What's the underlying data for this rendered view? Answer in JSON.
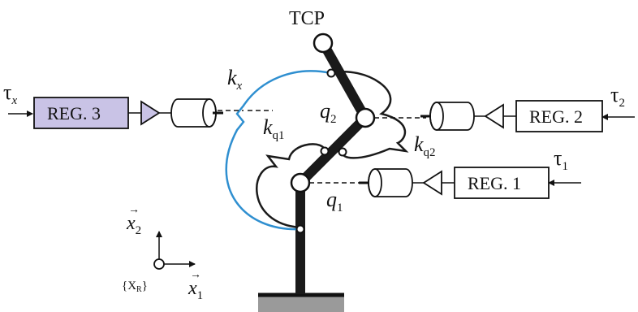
{
  "labels": {
    "tcp": "TCP",
    "reg1": "REG. 1",
    "reg2": "REG. 2",
    "reg3": "REG. 3",
    "tau_x": "τ",
    "tau_x_sub": "x",
    "tau_1": "τ",
    "tau_1_sub": "1",
    "tau_2": "τ",
    "tau_2_sub": "2",
    "k_x": "k",
    "k_x_sub": "x",
    "k_q1": "k",
    "k_q1_sub": "q1",
    "k_q2": "k",
    "k_q2_sub": "q2",
    "q1": "q",
    "q1_sub": "1",
    "q2": "q",
    "q2_sub": "2",
    "x1": "x",
    "x1_sub": "1",
    "x2": "x",
    "x2_sub": "2",
    "frame": "{X",
    "frame_sub": "R",
    "frame_close": "}"
  },
  "colors": {
    "reg3_fill": "#c9c3e6",
    "cartesian_spring": "#2f8fd0",
    "ground": "#9a9a9a",
    "link": "#1a1a1a"
  }
}
